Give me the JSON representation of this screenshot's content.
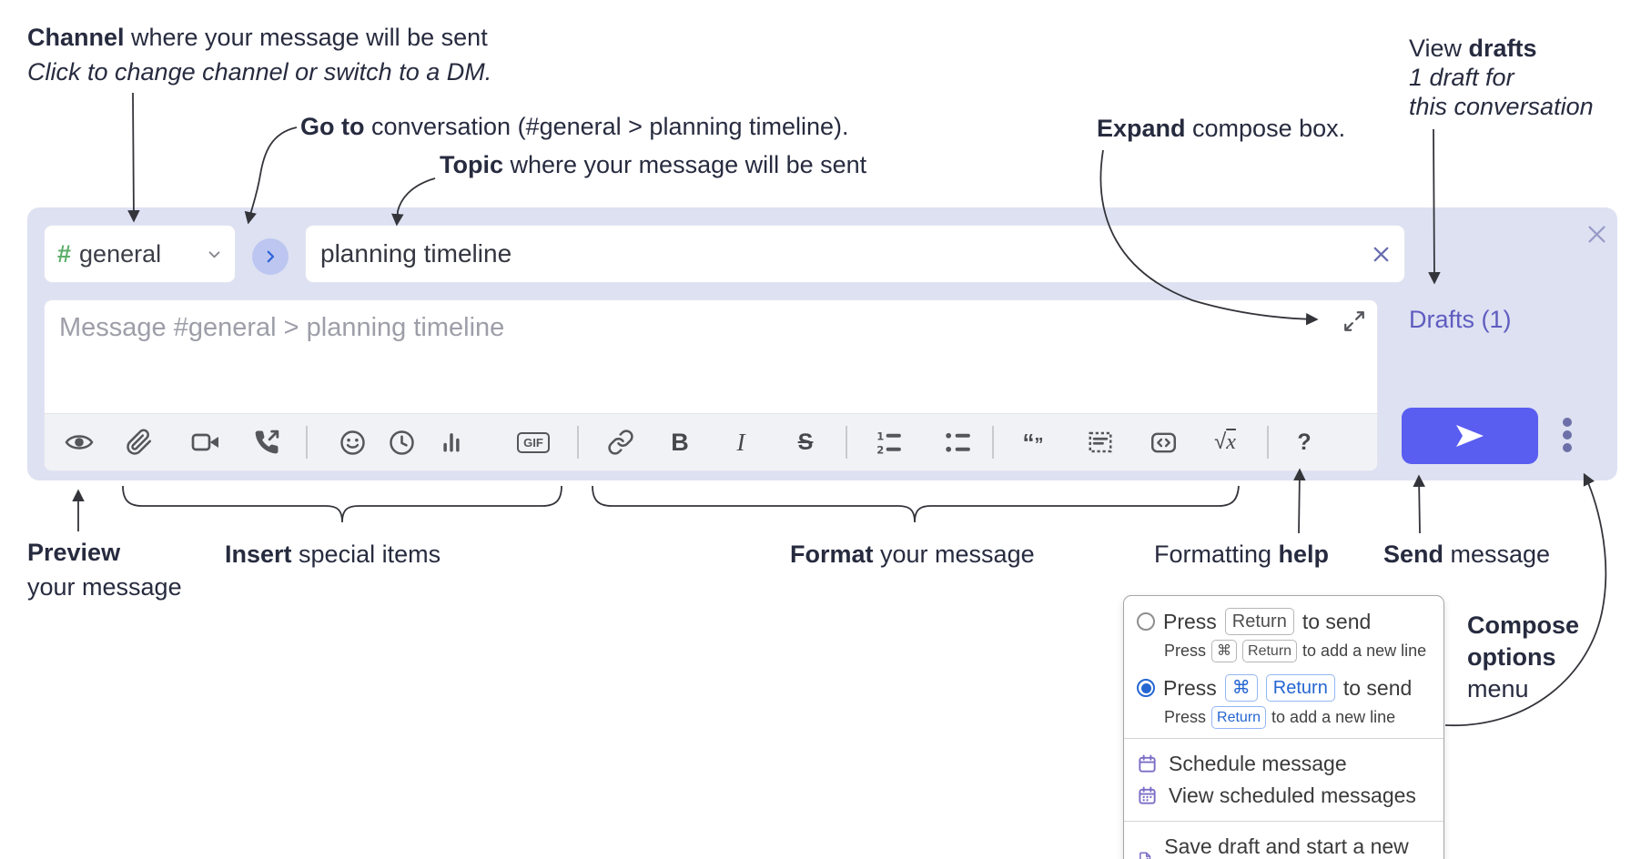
{
  "annotations": {
    "channel": {
      "bold": "Channel",
      "rest": " where your message will be sent",
      "subtitle": "Click to change channel or switch to a DM."
    },
    "go_to": {
      "bold": "Go to",
      "rest": " conversation (#general > planning timeline)."
    },
    "topic": {
      "bold": "Topic",
      "rest": " where your message will be sent"
    },
    "expand": {
      "bold": "Expand",
      "rest": " compose box."
    },
    "view_drafts": {
      "pre": "View ",
      "bold": "drafts",
      "line2": "1 draft for",
      "line3": "this conversation"
    },
    "preview": {
      "bold": "Preview",
      "line2": "your message"
    },
    "insert": {
      "bold": "Insert",
      "rest": " special items"
    },
    "format": {
      "bold": "Format",
      "rest": " your message"
    },
    "formatting_help": {
      "pre": "Formatting ",
      "bold": "help"
    },
    "send": {
      "bold": "Send",
      "rest": " message"
    },
    "compose_options": {
      "line1": "Compose",
      "line2": "options",
      "line3": "menu"
    }
  },
  "compose": {
    "channel_hash": "#",
    "channel_name": "general",
    "topic_value": "planning timeline",
    "message_placeholder": "Message #general > planning timeline",
    "drafts_link": "Drafts (1)",
    "gif_label": "GIF",
    "bold_label": "B",
    "italic_label": "I",
    "strike_label": "S",
    "quote_open": "“",
    "quote_close": "”",
    "math_root": "√",
    "math_x": "x",
    "help_label": "?"
  },
  "menu": {
    "option1": {
      "pre": "Press",
      "key": "Return",
      "post": "to send",
      "sub_pre": "Press",
      "sub_key1": "⌘",
      "sub_key2": "Return",
      "sub_post": "to add a new line"
    },
    "option2": {
      "pre": "Press",
      "key1": "⌘",
      "key2": "Return",
      "post": "to send",
      "sub_pre": "Press",
      "sub_key": "Return",
      "sub_post": "to add a new line"
    },
    "items": [
      {
        "label": "Schedule message"
      },
      {
        "label": "View scheduled messages"
      },
      {
        "label": "Save draft and start a new message"
      }
    ]
  },
  "colors": {
    "container_bg": "#dde1f2",
    "send_button": "#595df0",
    "drafts_link": "#5f5cc0",
    "hash_green": "#5cae6b",
    "key_blue": "#2566d1",
    "icon_purple": "#7b6ec6"
  }
}
